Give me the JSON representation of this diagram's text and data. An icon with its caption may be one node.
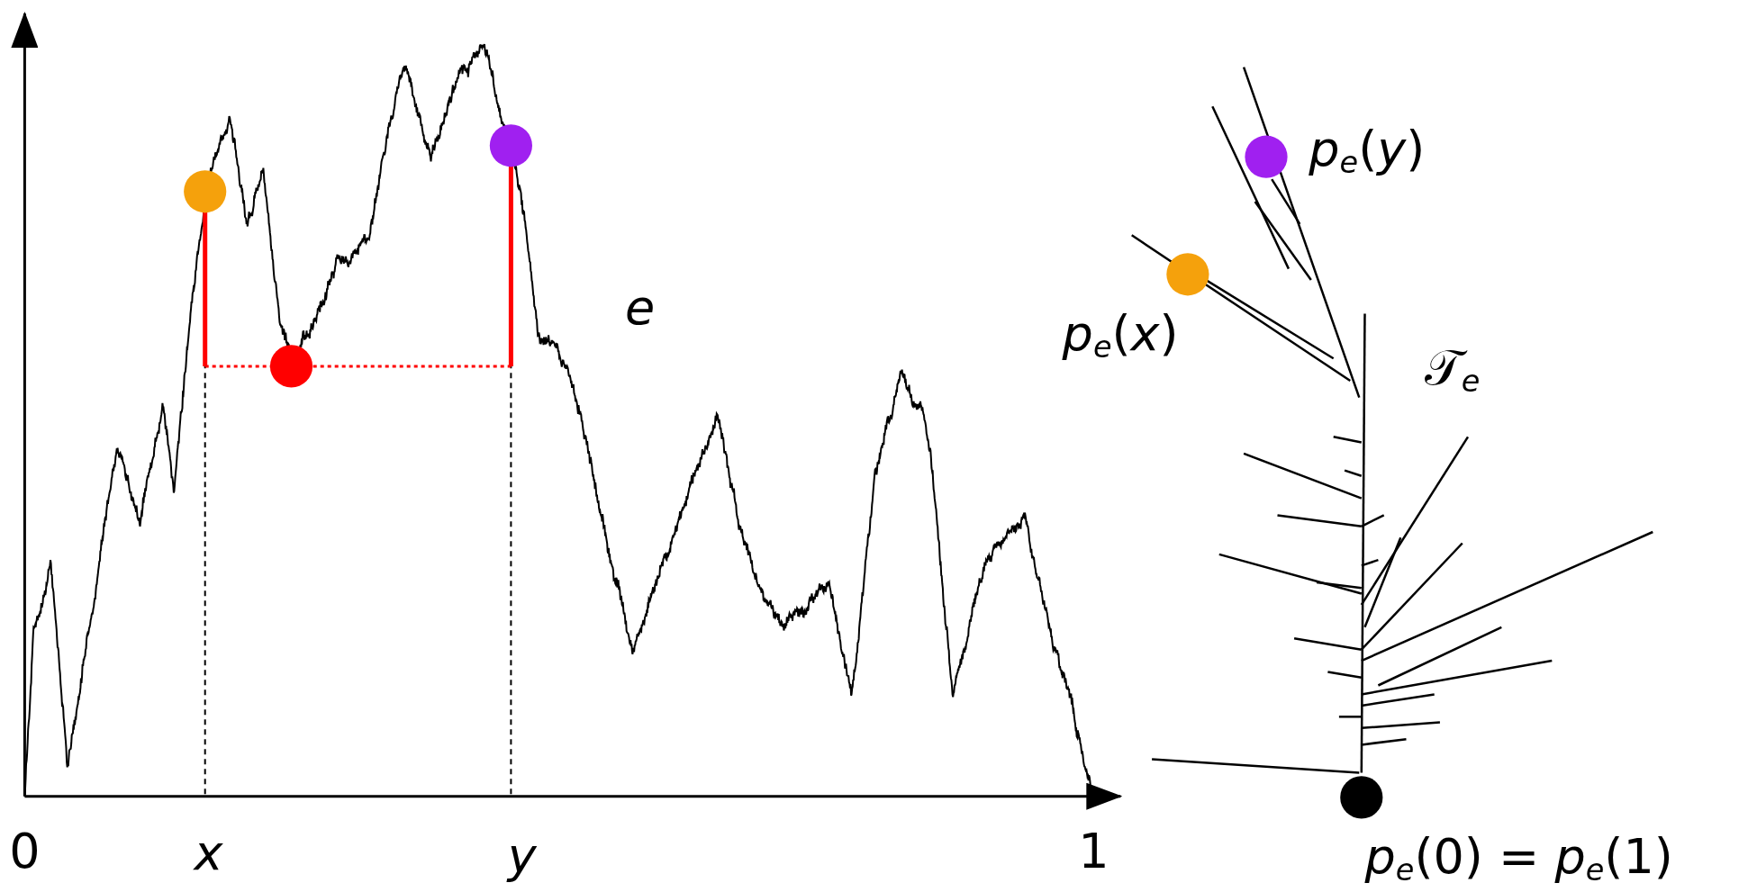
{
  "diagram": {
    "labels": [
      "0",
      "*x*",
      "*y*",
      "1",
      "*e*",
      "*p*$_{e}$(*y*)",
      "*p*$_{e}$(*x*)",
      "𝒯$_{e}$",
      "*p*$_{e}$(0) = *p*$_{e}$(1)"
    ]
  }
}
